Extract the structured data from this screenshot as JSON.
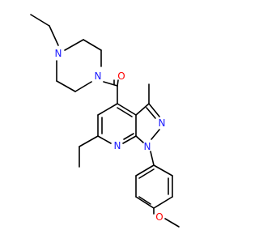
{
  "colors": {
    "bond": "#000000",
    "nitrogen": "#1a1aff",
    "oxygen": "#ff0000",
    "background": "#ffffff"
  },
  "atoms": {
    "n_pip_top": "N",
    "n_pip_bottom": "N",
    "o_carbonyl": "O",
    "n_pyrazole_2": "N",
    "n_pyrazole_1": "N",
    "n_pyridine": "N",
    "o_methoxy": "O"
  }
}
